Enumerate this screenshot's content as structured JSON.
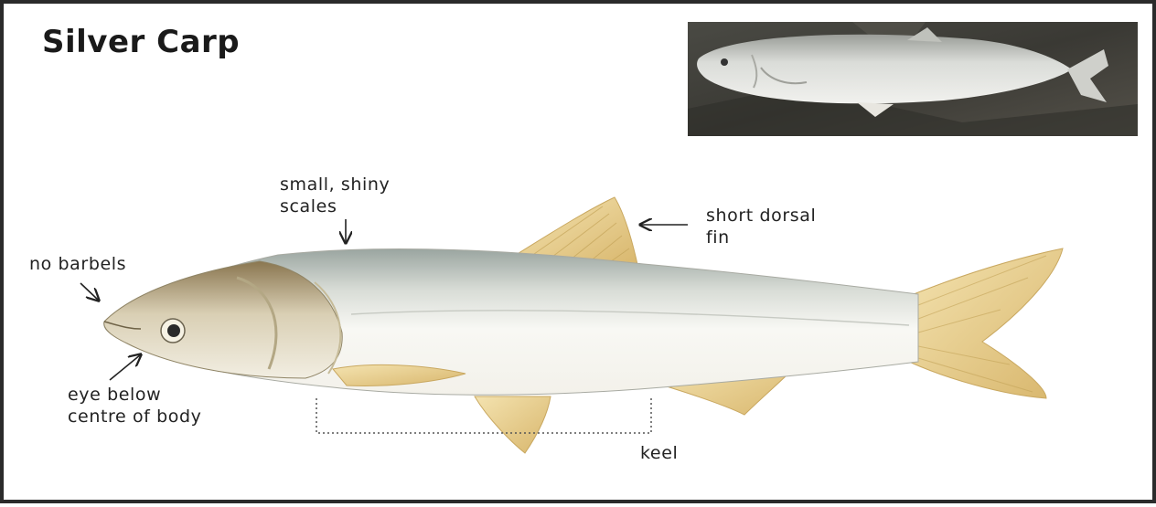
{
  "title": "Silver Carp",
  "labels": {
    "scales": [
      "small, shiny",
      "scales"
    ],
    "dorsal": [
      "short dorsal",
      "fin"
    ],
    "barbels": "no barbels",
    "eye": [
      "eye below",
      "centre of body"
    ],
    "keel": "keel"
  }
}
